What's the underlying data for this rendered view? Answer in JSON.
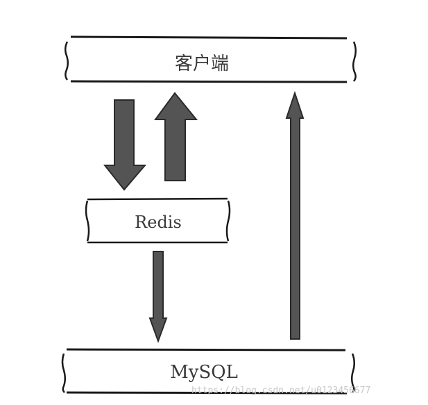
{
  "diagram": {
    "client_label": "客户端",
    "redis_label": "Redis",
    "mysql_label": "MySQL"
  },
  "watermark": "https://blog.csdn.net/u0123456677",
  "colors": {
    "arrow_fill": "#545454",
    "line": "#1a1a1a",
    "text": "#3a3a3a"
  }
}
